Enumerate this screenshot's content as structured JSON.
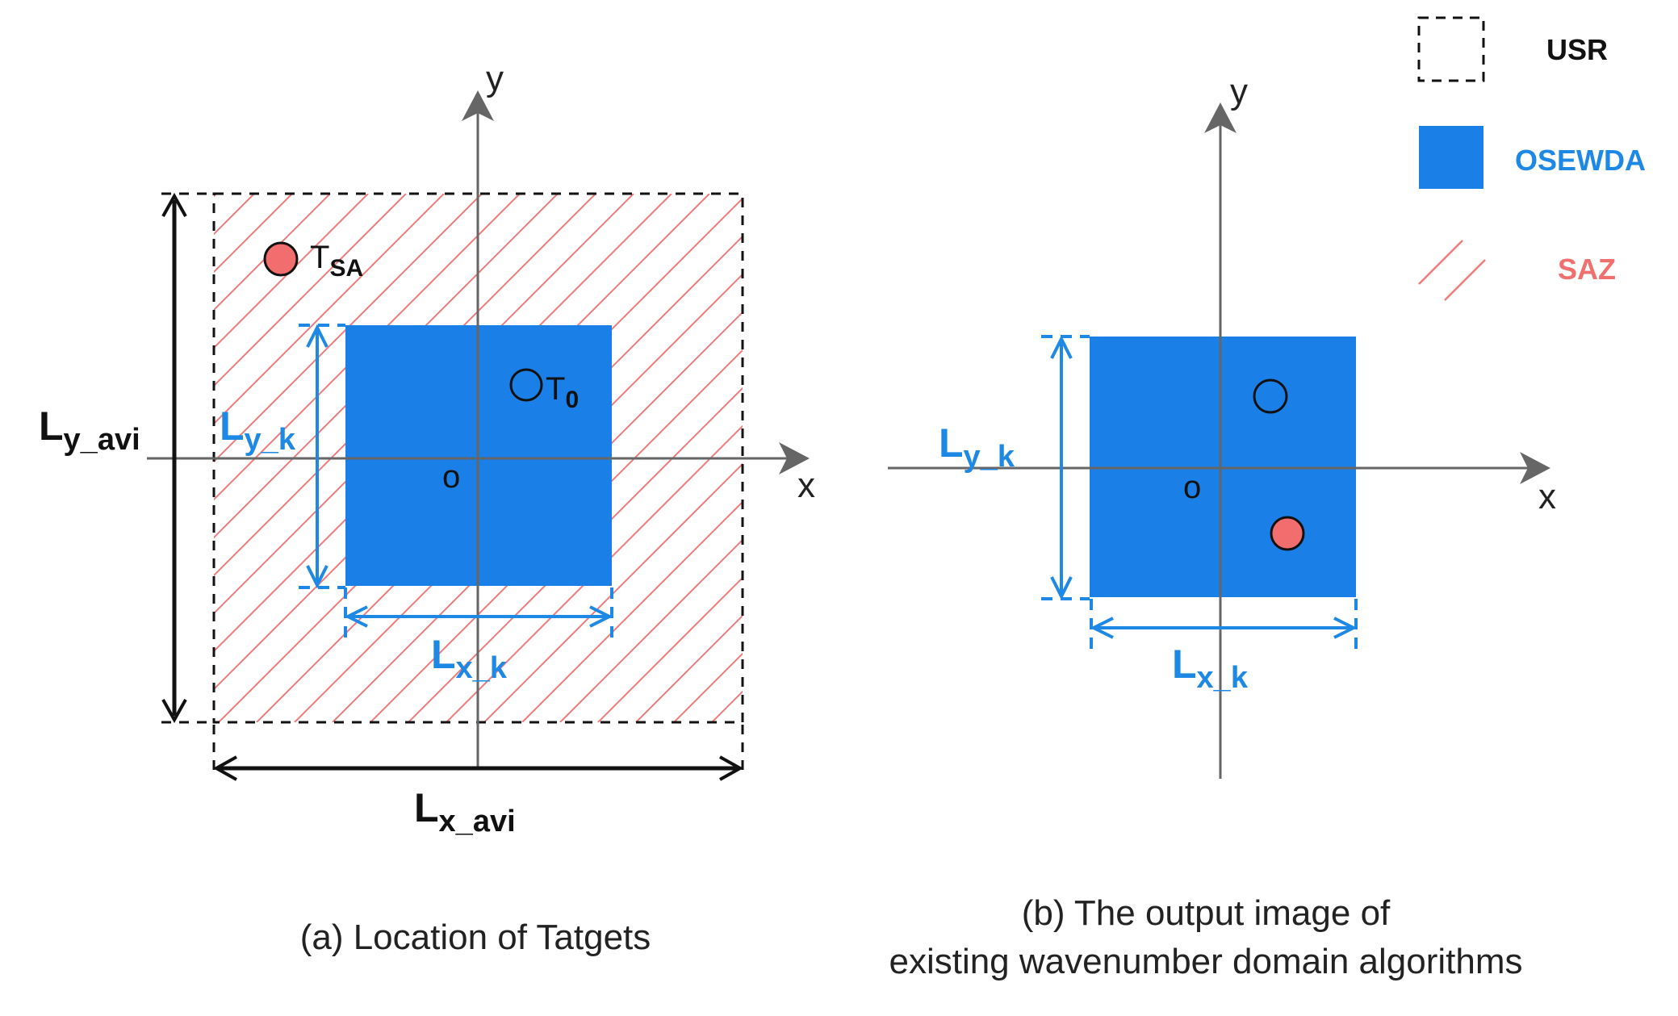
{
  "colors": {
    "osewda": "#1b7fe8",
    "saz_hatch": "#f07a7a",
    "target_fill": "#f26d6d",
    "dimension_blue": "#1e88e5",
    "axis": "#666666"
  },
  "legend": {
    "usr": "USR",
    "osewda": "OSEWDA",
    "saz": "SAZ"
  },
  "panel_a": {
    "caption": "(a) Location of Tatgets",
    "x_axis": "x",
    "y_axis": "y",
    "origin": "o",
    "lx_avi_main": "L",
    "lx_avi_sub": "x_avi",
    "ly_avi_main": "L",
    "ly_avi_sub": "y_avi",
    "lx_k_main": "L",
    "lx_k_sub": "x_k",
    "ly_k_main": "L",
    "ly_k_sub": "y_k",
    "t_sa_main": "T",
    "t_sa_sub": "SA",
    "t0_main": "T",
    "t0_sub": "0"
  },
  "panel_b": {
    "caption_line1": "(b) The output image of",
    "caption_line2": "existing wavenumber domain algorithms",
    "x_axis": "x",
    "y_axis": "y",
    "origin": "o",
    "lx_k_main": "L",
    "lx_k_sub": "x_k",
    "ly_k_main": "L",
    "ly_k_sub": "y_k"
  }
}
